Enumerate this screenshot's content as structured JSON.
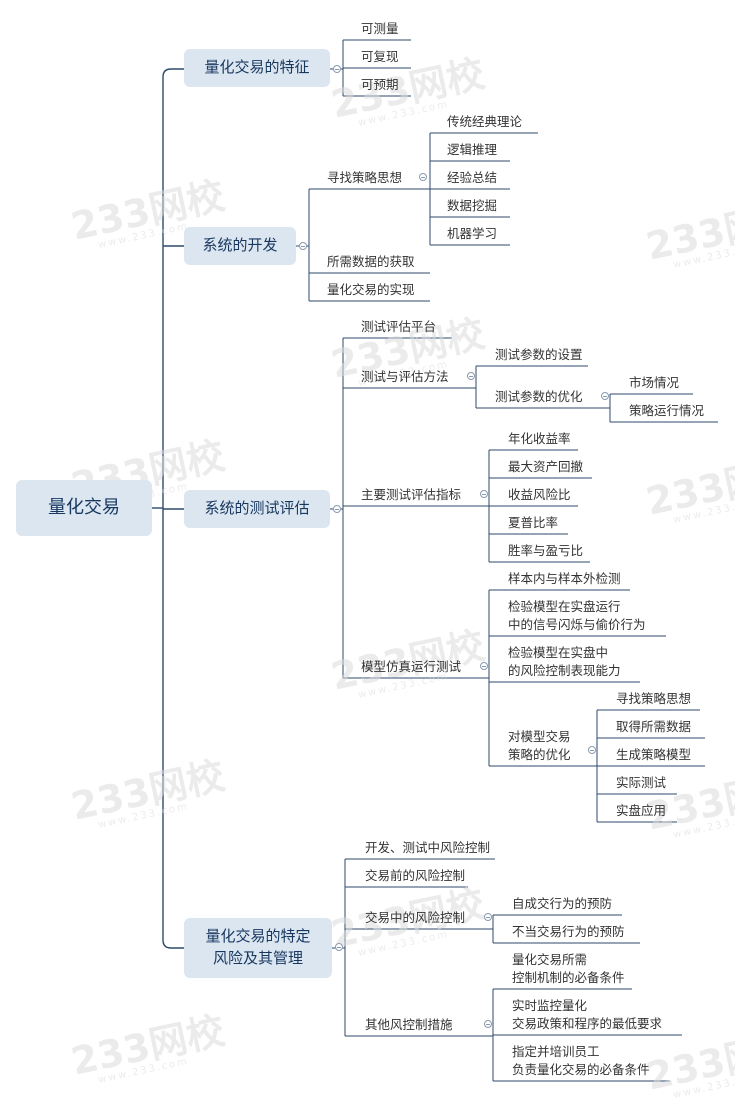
{
  "root": "量化交易",
  "branches": {
    "b1": {
      "title": "量化交易的特征",
      "items": [
        "可测量",
        "可复现",
        "可预期"
      ]
    },
    "b2": {
      "title": "系统的开发",
      "search": "寻找策略思想",
      "search_items": [
        "传统经典理论",
        "逻辑推理",
        "经验总结",
        "数据挖掘",
        "机器学习"
      ],
      "data_acq": "所需数据的获取",
      "impl": "量化交易的实现"
    },
    "b3": {
      "title": "系统的测试评估",
      "platform": "测试评估平台",
      "method": "测试与评估方法",
      "param_setting": "测试参数的设置",
      "param_opt": "测试参数的优化",
      "opt_items": [
        "市场情况",
        "策略运行情况"
      ],
      "metrics": "主要测试评估指标",
      "metric_items": [
        "年化收益率",
        "最大资产回撤",
        "收益风险比",
        "夏普比率",
        "胜率与盈亏比"
      ],
      "sim": "模型仿真运行测试",
      "sim_sample": "样本内与样本外检测",
      "sim_signal": [
        "检验模型在实盘运行",
        "中的信号闪烁与偷价行为"
      ],
      "sim_risk": [
        "检验模型在实盘中",
        "的风险控制表现能力"
      ],
      "sim_opt": [
        "对模型交易",
        "策略的优化"
      ],
      "sim_opt_items": [
        "寻找策略思想",
        "取得所需数据",
        "生成策略模型",
        "实际测试",
        "实盘应用"
      ]
    },
    "b4": {
      "title": [
        "量化交易的特定",
        "风险及其管理"
      ],
      "dev_test": "开发、测试中风险控制",
      "pre": "交易前的风险控制",
      "during": "交易中的风险控制",
      "during_items": [
        "自成交行为的预防",
        "不当交易行为的预防"
      ],
      "other": "其他风控制措施",
      "other_items": [
        [
          "量化交易所需",
          "控制机制的必备条件"
        ],
        [
          "实时监控量化",
          "交易政策和程序的最低要求"
        ],
        [
          "指定并培训员工",
          "负责量化交易的必备条件"
        ]
      ]
    }
  },
  "watermark": {
    "logo": "233网校",
    "site": "www.233.com"
  },
  "colors": {
    "node_fill": "#dbe6f1",
    "node_text": "#17375e",
    "line": "#2e4a6b",
    "toggle": "#8a9aae"
  }
}
